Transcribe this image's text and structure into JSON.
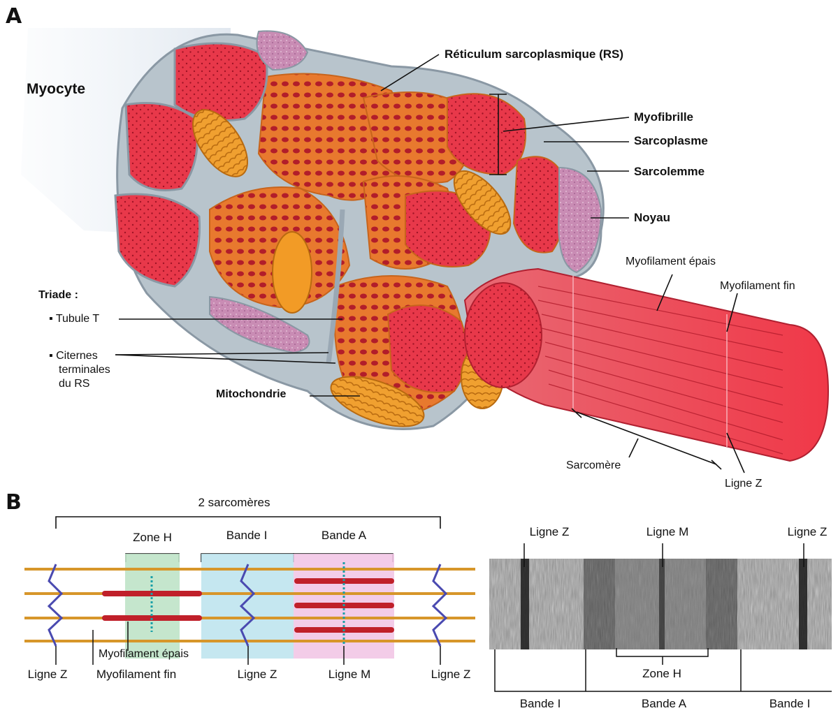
{
  "panel_a": {
    "letter": "A",
    "title": "Myocyte",
    "labels": {
      "rs": "Réticulum sarcoplasmique (RS)",
      "myofibrille": "Myofibrille",
      "sarcoplasme": "Sarcoplasme",
      "sarcolemme": "Sarcolemme",
      "noyau": "Noyau",
      "myofilament_epais": "Myofilament épais",
      "myofilament_fin": "Myofilament fin",
      "triade": "Triade :",
      "tubule_t": "Tubule T",
      "citernes": [
        "Citernes",
        "terminales",
        "du RS"
      ],
      "mitochondrie": "Mitochondrie",
      "sarcomere": "Sarcomère",
      "ligne_z": "Ligne Z"
    }
  },
  "panel_b": {
    "letter": "B",
    "schematic": {
      "deux_sarcomeres": "2 sarcomères",
      "zone_h": "Zone H",
      "bande_i": "Bande I",
      "bande_a": "Bande A",
      "myofilament_epais": "Myofilament épais",
      "ligne_z_left": "Ligne Z",
      "myofilament_fin": "Myofilament fin",
      "ligne_z_mid": "Ligne Z",
      "ligne_m": "Ligne M",
      "ligne_z_right": "Ligne Z"
    },
    "micrograph": {
      "ligne_z_left": "Ligne Z",
      "ligne_m": "Ligne M",
      "ligne_z_right": "Ligne Z",
      "zone_h": "Zone H",
      "bande_i_left": "Bande I",
      "bande_a": "Bande A",
      "bande_i_right": "Bande I"
    }
  },
  "colors": {
    "fiber_red": "#e8384a",
    "sr_orange": "#e88a3a",
    "mito_orange": "#f0a030",
    "membrane_gray": "#b8c4cc",
    "nucleus_pink": "#c98cb4",
    "zone_h_green": "#bfe3c8",
    "bande_i_blue": "#bfe4ee",
    "bande_a_pink": "#f2c6e6",
    "thick_filament": "#c0202a",
    "thin_filament": "#d7962a",
    "z_disc": "#4a4ab0",
    "m_line": "#1aa0a8"
  }
}
